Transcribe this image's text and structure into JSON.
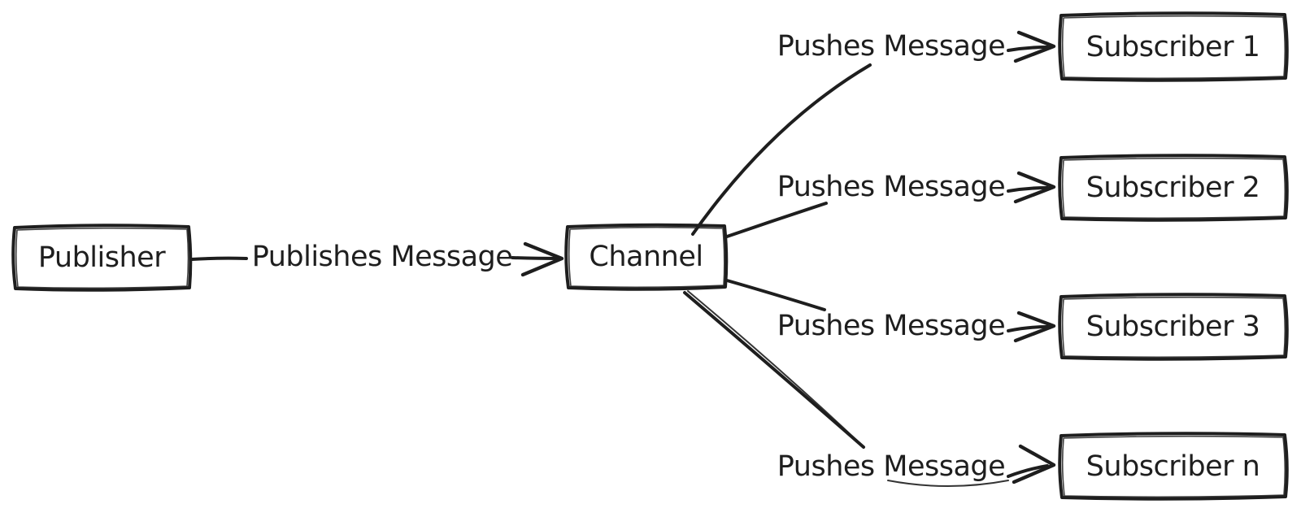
{
  "diagram": {
    "title_semantic": "Publish-Subscribe pattern diagram",
    "colors": {
      "ink": "#1e1e1e",
      "background": "#ffffff"
    },
    "nodes": {
      "publisher": {
        "label": "Publisher"
      },
      "channel": {
        "label": "Channel"
      },
      "subscribers": [
        {
          "label": "Subscriber 1"
        },
        {
          "label": "Subscriber 2"
        },
        {
          "label": "Subscriber 3"
        },
        {
          "label": "Subscriber n"
        }
      ]
    },
    "edges": {
      "publish": {
        "label": "Publishes Message",
        "from": "Publisher",
        "to": "Channel"
      },
      "push": [
        {
          "label": "Pushes Message",
          "from": "Channel",
          "to": "Subscriber 1"
        },
        {
          "label": "Pushes Message",
          "from": "Channel",
          "to": "Subscriber 2"
        },
        {
          "label": "Pushes Message",
          "from": "Channel",
          "to": "Subscriber 3"
        },
        {
          "label": "Pushes Message",
          "from": "Channel",
          "to": "Subscriber n"
        }
      ]
    }
  }
}
